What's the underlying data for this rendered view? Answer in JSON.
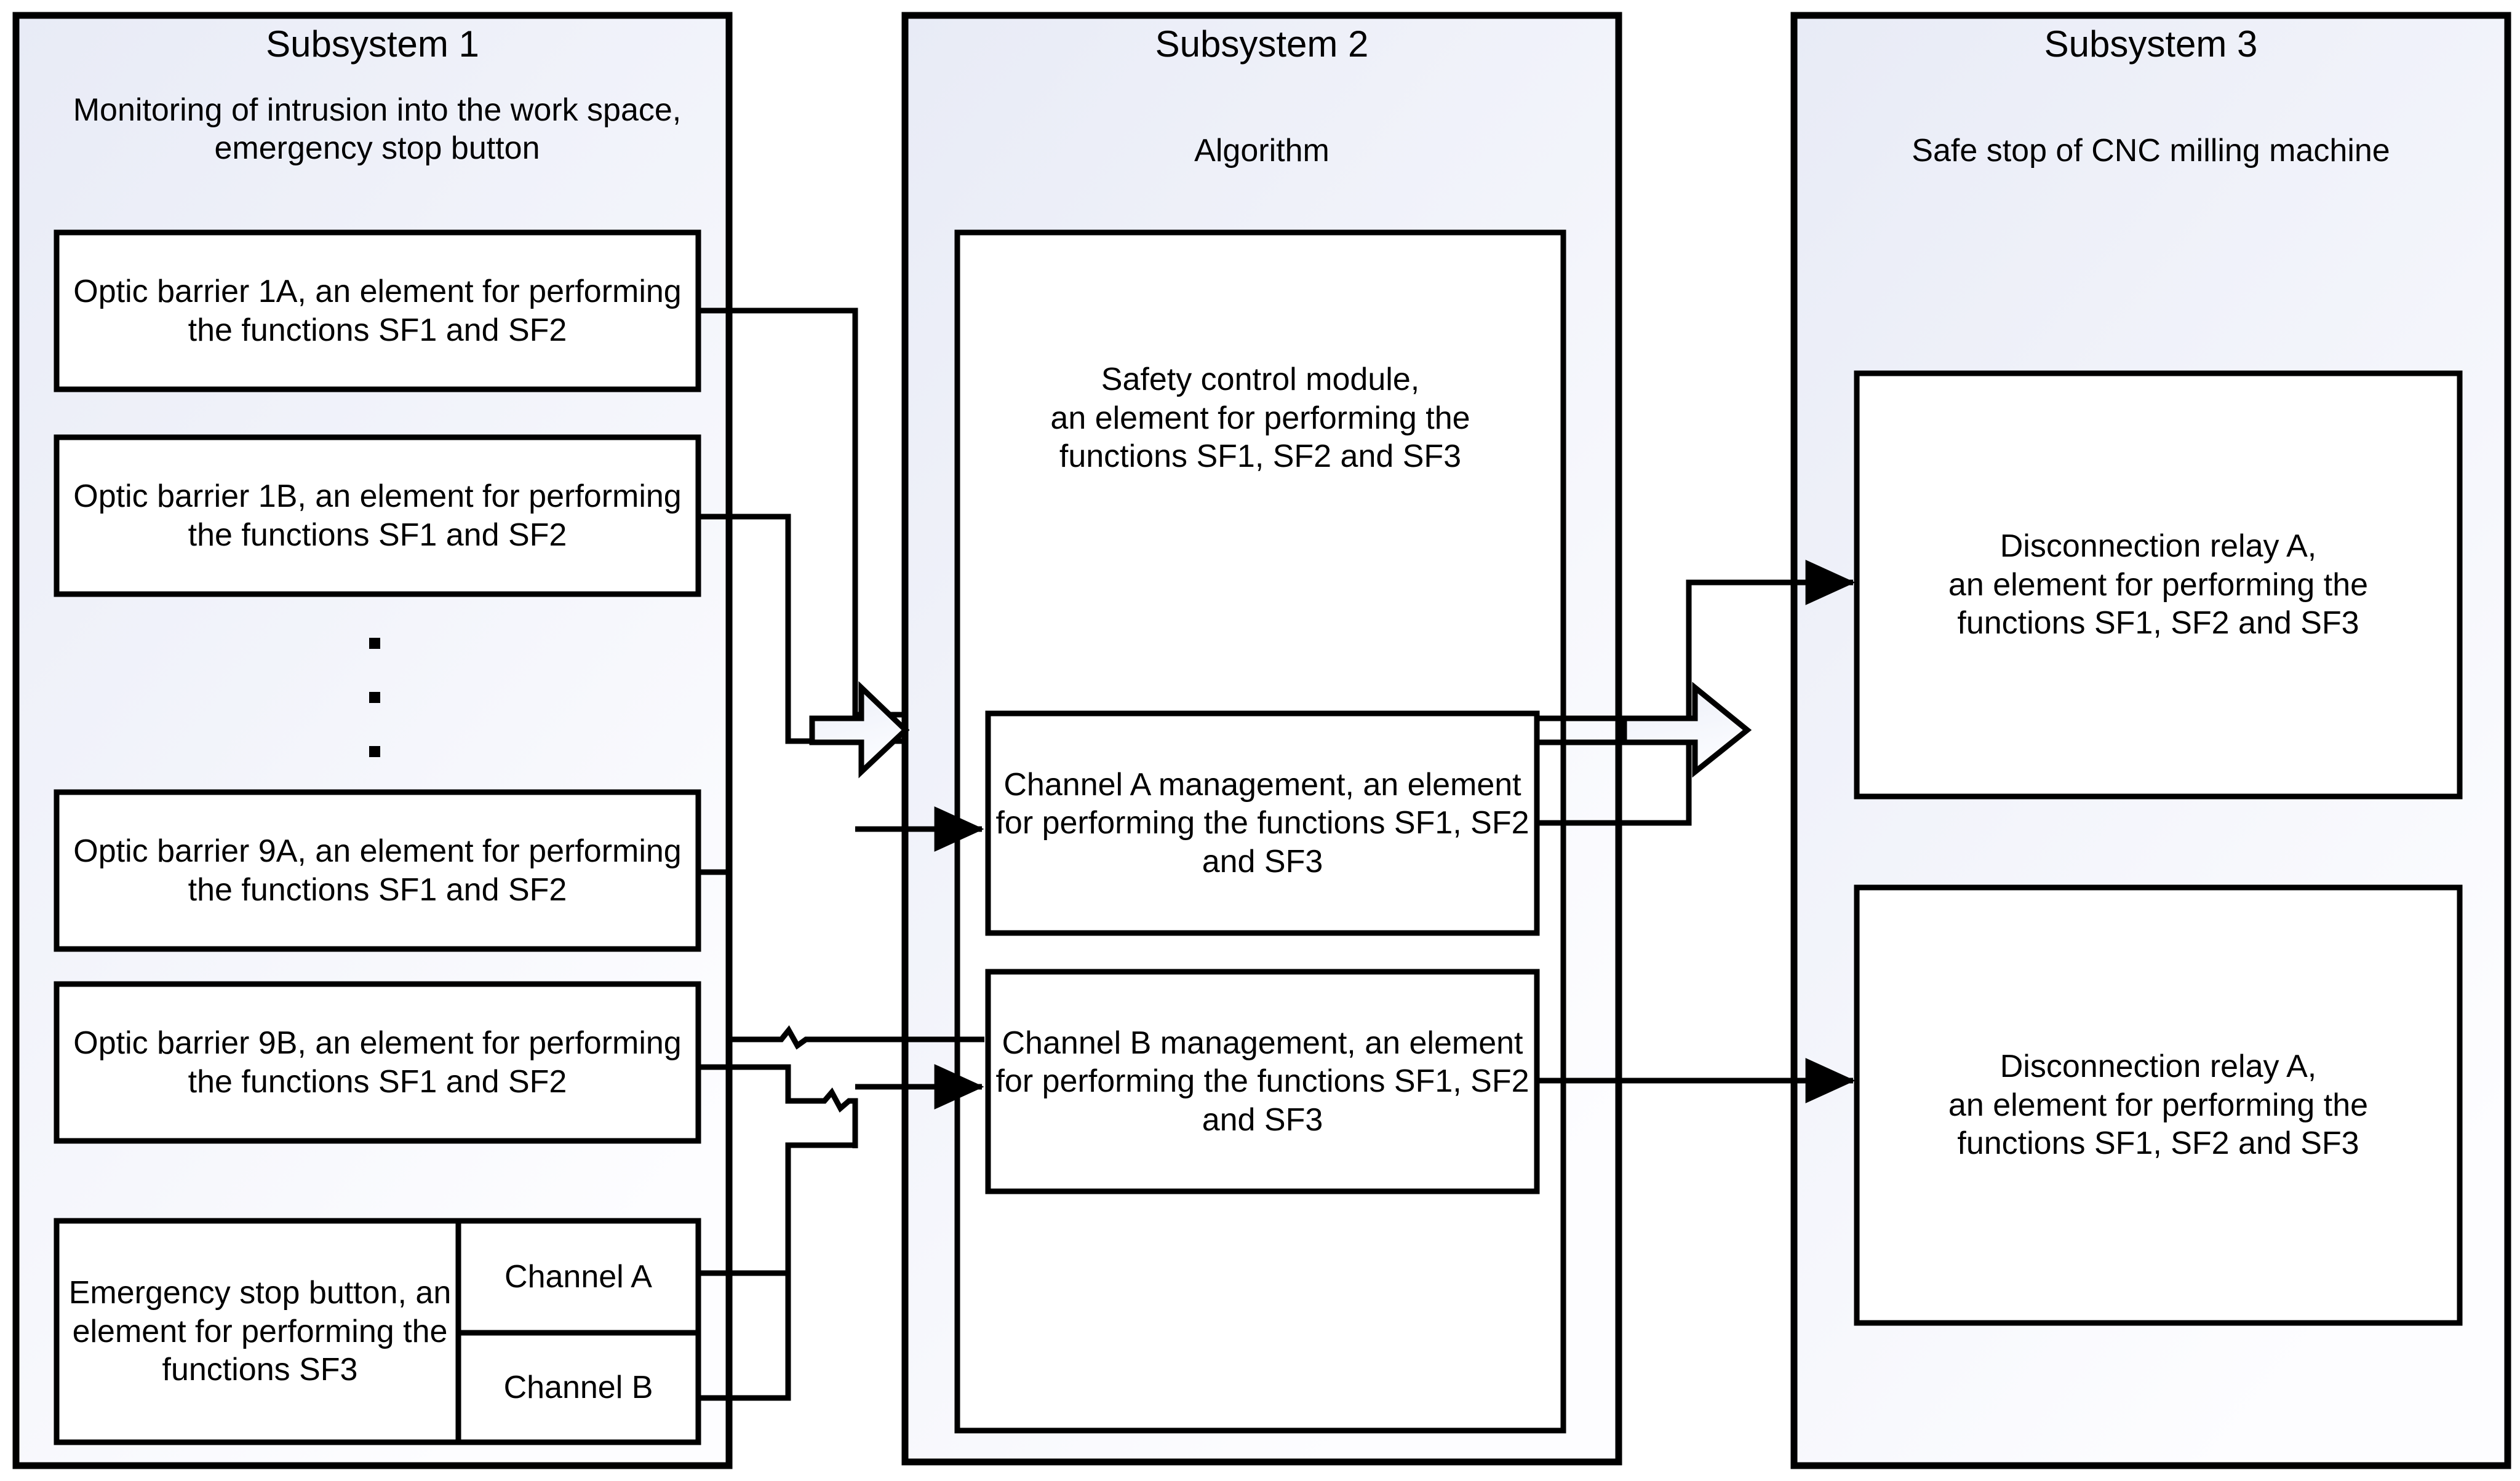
{
  "diagram": {
    "title_hidden": "",
    "colors": {
      "panel_fill_top": "#e9ecf6",
      "panel_fill_bottom": "#fcfdff",
      "box_fill": "#ffffff",
      "stroke": "#000000",
      "arrow_fill": "#f2f4fb"
    }
  },
  "subsystem1": {
    "title": "Subsystem 1",
    "subtitle": "Monitoring of intrusion into the work space, emergency stop button",
    "boxes": [
      {
        "label": "Optic barrier 1A, an element for performing the functions SF1 and SF2"
      },
      {
        "label": "Optic barrier 1B, an element for performing the functions SF1 and SF2"
      },
      {
        "label": "Optic barrier 9A, an element for performing the functions SF1 and SF2"
      },
      {
        "label": "Optic barrier 9B, an element for performing the functions SF1 and SF2"
      }
    ],
    "ellipsis": "·",
    "estop": {
      "label": "Emergency stop button, an element for performing the functions SF3",
      "channels": [
        {
          "label": "Channel A"
        },
        {
          "label": "Channel B"
        }
      ]
    }
  },
  "subsystem2": {
    "title": "Subsystem 2",
    "subtitle": "Algorithm",
    "module": {
      "label": "Safety control module,\nan element for performing the\nfunctions SF1, SF2 and SF3"
    },
    "channels": [
      {
        "label": "Channel A management, an element for performing the functions SF1, SF2 and SF3"
      },
      {
        "label": "Channel B management, an element for performing the functions SF1, SF2 and SF3"
      }
    ]
  },
  "subsystem3": {
    "title": "Subsystem 3",
    "subtitle": "Safe stop of CNC milling machine",
    "relays": [
      {
        "label": "Disconnection relay A,\nan element for performing the\nfunctions SF1, SF2 and SF3"
      },
      {
        "label": "Disconnection relay A,\nan element for performing the\nfunctions SF1, SF2 and SF3"
      }
    ]
  },
  "connectors": {
    "block_arrow_1_to_2": "block-arrow",
    "block_arrow_2_to_3": "block-arrow",
    "line_arrow_channel_a": "arrow",
    "line_arrow_channel_b": "arrow",
    "line_arrow_relay_a": "arrow",
    "line_arrow_relay_b": "arrow"
  }
}
